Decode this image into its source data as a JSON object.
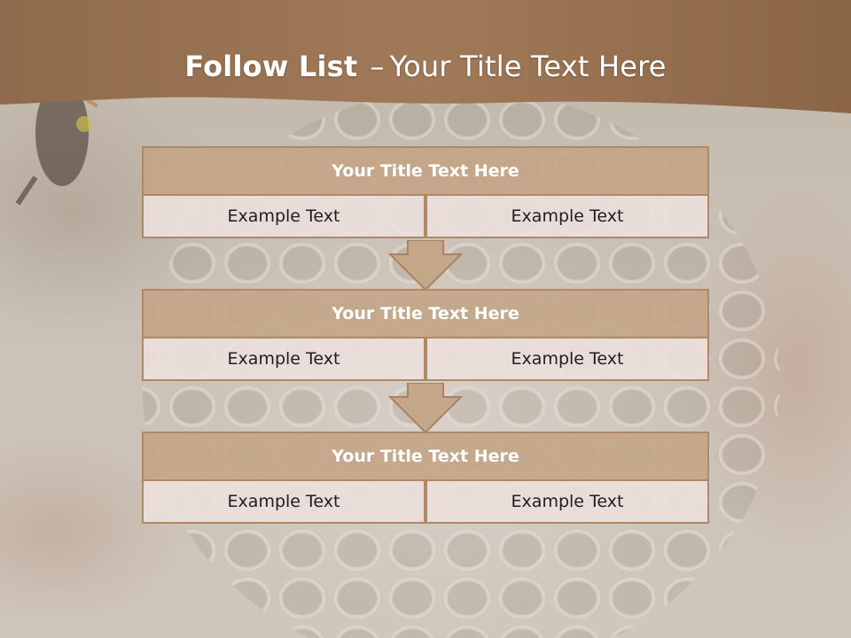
{
  "slide": {
    "title_bold": "Follow List",
    "title_separator": "–",
    "title_rest": "Your Title Text Here"
  },
  "colors": {
    "header_band": "#9c7552",
    "block_title_fill": "#c4a688",
    "block_border": "#b08866",
    "cell_fill": "#ece0dc",
    "arrow_fill": "#c4a688"
  },
  "steps": [
    {
      "title": "Your Title Text Here",
      "left": "Example Text",
      "right": "Example Text"
    },
    {
      "title": "Your Title Text Here",
      "left": "Example Text",
      "right": "Example Text"
    },
    {
      "title": "Your Title Text Here",
      "left": "Example Text",
      "right": "Example Text"
    }
  ],
  "icons": {
    "arrow": "down-arrow-icon"
  }
}
